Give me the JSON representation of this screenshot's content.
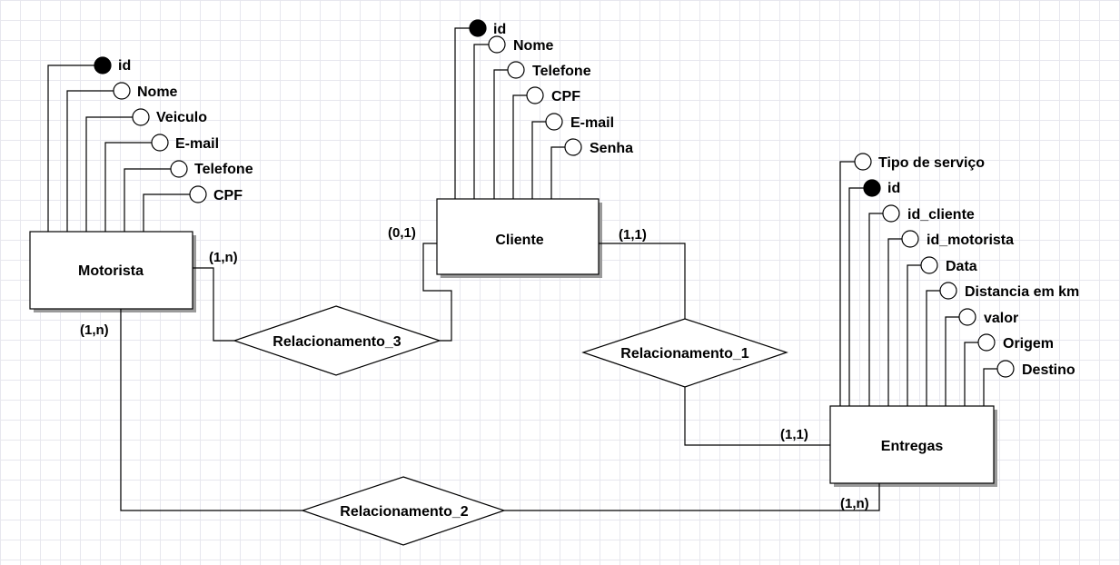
{
  "entities": {
    "motorista": {
      "name": "Motorista",
      "attributes": [
        {
          "label": "id",
          "key": true
        },
        {
          "label": "Nome",
          "key": false
        },
        {
          "label": "Veiculo",
          "key": false
        },
        {
          "label": "E-mail",
          "key": false
        },
        {
          "label": "Telefone",
          "key": false
        },
        {
          "label": "CPF",
          "key": false
        }
      ]
    },
    "cliente": {
      "name": "Cliente",
      "attributes": [
        {
          "label": "id",
          "key": true
        },
        {
          "label": "Nome",
          "key": false
        },
        {
          "label": "Telefone",
          "key": false
        },
        {
          "label": "CPF",
          "key": false
        },
        {
          "label": "E-mail",
          "key": false
        },
        {
          "label": "Senha",
          "key": false
        }
      ]
    },
    "entregas": {
      "name": "Entregas",
      "attributes": [
        {
          "label": "Tipo de serviço",
          "key": false
        },
        {
          "label": "id",
          "key": true
        },
        {
          "label": "id_cliente",
          "key": false
        },
        {
          "label": "id_motorista",
          "key": false
        },
        {
          "label": "Data",
          "key": false
        },
        {
          "label": "Distancia em km",
          "key": false
        },
        {
          "label": "valor",
          "key": false
        },
        {
          "label": "Origem",
          "key": false
        },
        {
          "label": "Destino",
          "key": false
        }
      ]
    }
  },
  "relationships": {
    "rel1": "Relacionamento_1",
    "rel2": "Relacionamento_2",
    "rel3": "Relacionamento_3"
  },
  "cardinalities": {
    "motorista_rel3": "(1,n)",
    "motorista_rel2": "(1,n)",
    "cliente_rel3": "(0,1)",
    "cliente_rel1": "(1,1)",
    "entregas_rel1": "(1,1)",
    "entregas_rel2": "(1,n)"
  }
}
